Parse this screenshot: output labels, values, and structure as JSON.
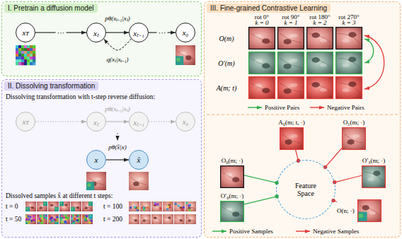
{
  "diagram": {
    "nodes": [
      {
        "text": [
          "I. Pretrain a diffusion model"
        ]
      },
      {
        "text": [
          "xᴛ"
        ],
        "in": 0
      },
      {
        "text": [
          "xₜ"
        ],
        "in": 0
      },
      {
        "text": [
          "xₜ₋₁"
        ],
        "in": 0
      },
      {
        "text": [
          "x₀"
        ],
        "in": 0
      },
      {
        "text": [
          "II. Dissolving transformation"
        ]
      },
      {
        "text": [
          "xᴛ"
        ],
        "in": 5
      },
      {
        "text": [
          "xₜ"
        ],
        "in": 5
      },
      {
        "text": [
          "xₜ₋₁"
        ],
        "in": 5
      },
      {
        "text": [
          "x₀"
        ],
        "in": 5
      },
      {
        "text": [
          "x"
        ],
        "in": 5
      },
      {
        "text": [
          "x̂"
        ],
        "in": 5
      },
      {
        "text": [
          "III. Fine-grained Contrastive Learning"
        ]
      },
      {
        "text": [
          "A₀(m; t, ·)"
        ],
        "in": 12
      },
      {
        "text": [
          "O₁(m; ·)"
        ],
        "in": 12
      },
      {
        "text": [
          "O₀(m; ·)"
        ],
        "in": 12
      },
      {
        "text": [
          "Feature Space"
        ],
        "in": 12
      },
      {
        "text": [
          "O′₃(m; ·)"
        ],
        "in": 12
      },
      {
        "text": [
          "O′₀(m; ·)"
        ],
        "in": 12
      },
      {
        "text": [
          "O(n; ·)"
        ],
        "in": 12
      }
    ],
    "edges": [
      {
        "from": 1,
        "to": 2,
        "arrow": "to",
        "label": "···"
      },
      {
        "from": 2,
        "to": 3,
        "arrow": "to",
        "label": "pθ(xₜ₋₁|xₜ)"
      },
      {
        "from": 3,
        "to": 2,
        "arrow": "to",
        "label": "q(xₜ|xₜ₋₁)"
      },
      {
        "from": 3,
        "to": 4,
        "arrow": "to",
        "label": "···"
      },
      {
        "from": 6,
        "to": 7,
        "arrow": "to"
      },
      {
        "from": 7,
        "to": 8,
        "arrow": "to",
        "label": "pθ(xₜ₋₁|xₜ)"
      },
      {
        "from": 8,
        "to": 9,
        "arrow": "to"
      },
      {
        "from": 10,
        "to": 11,
        "arrow": "to",
        "label": "pθ(x̂|x)"
      },
      {
        "from": 15,
        "to": 16,
        "arrow": "none"
      },
      {
        "from": 18,
        "to": 16,
        "arrow": "none"
      },
      {
        "from": 13,
        "to": 16,
        "arrow": "none"
      },
      {
        "from": 14,
        "to": 16,
        "arrow": "none"
      },
      {
        "from": 17,
        "to": 16,
        "arrow": "none"
      },
      {
        "from": 19,
        "to": 16,
        "arrow": "none"
      }
    ],
    "labels": [
      "Dissolving transformation with t-step reverse diffusion:",
      "Dissolved samples x̂ at different t steps:",
      "t = 0",
      "t = 100",
      "t = 50",
      "t = 200",
      "rot 0°",
      "rot 90°",
      "rot 180°",
      "rot 270°",
      "k = 0",
      "k = 1",
      "k = 2",
      "k = 3",
      "O(m)",
      "O′(m)",
      "A(m; t)"
    ],
    "legend": [
      {
        "text": "Positive Pairs"
      },
      {
        "text": "Negative Pairs"
      },
      {
        "text": "Positive Samples"
      },
      {
        "text": "Negative Samples"
      }
    ]
  }
}
